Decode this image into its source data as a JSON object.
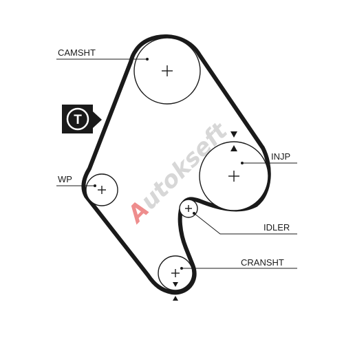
{
  "labels": {
    "camshaft": "CAMSHT",
    "water_pump": "WP",
    "injection_pump": "INJP",
    "idler": "IDLER",
    "crankshaft": "CRANSHT"
  },
  "tensioner_badge": "T",
  "watermark": {
    "first_letter": "A",
    "rest": "utokseft",
    "accent_color": "#e03030",
    "text_color": "#c8c8c8"
  },
  "colors": {
    "belt": "#1a1a1a",
    "pulley_outline": "#1a1a1a",
    "badge_bg": "#1a1a1a"
  }
}
